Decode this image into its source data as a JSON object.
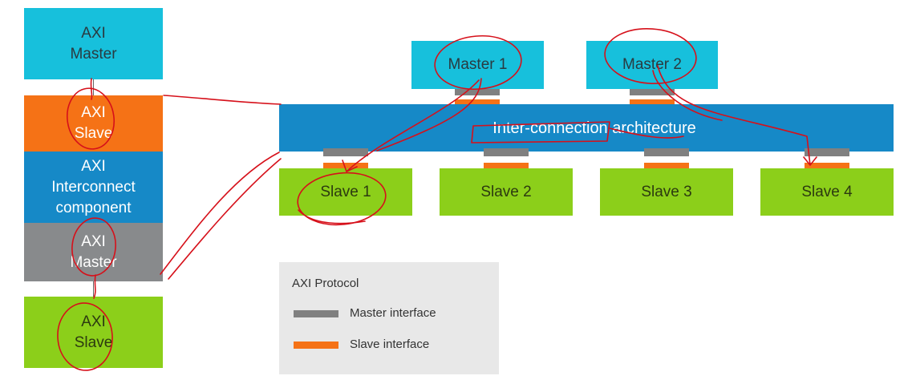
{
  "left_stack": {
    "axi_master_top": [
      "AXI",
      "Master"
    ],
    "axi_slave_orange": [
      "AXI",
      "Slave"
    ],
    "interconnect": [
      "AXI",
      "Interconnect",
      "component"
    ],
    "axi_master_gray": [
      "AXI",
      "Master"
    ],
    "axi_slave_green": [
      "AXI",
      "Slave"
    ]
  },
  "masters": [
    "Master 1",
    "Master 2"
  ],
  "bus_label": "Inter-connection architecture",
  "slaves": [
    "Slave 1",
    "Slave 2",
    "Slave 3",
    "Slave 4"
  ],
  "legend": {
    "title": "AXI Protocol",
    "items": [
      {
        "label": "Master interface",
        "color": "#808080"
      },
      {
        "label": "Slave interface",
        "color": "#f57216"
      }
    ]
  },
  "colors": {
    "cyan": "#17c0dc",
    "orange": "#f57216",
    "blue": "#1689c7",
    "gray": "#888a8c",
    "green": "#8ccf1a",
    "annotation": "#d6101a"
  }
}
